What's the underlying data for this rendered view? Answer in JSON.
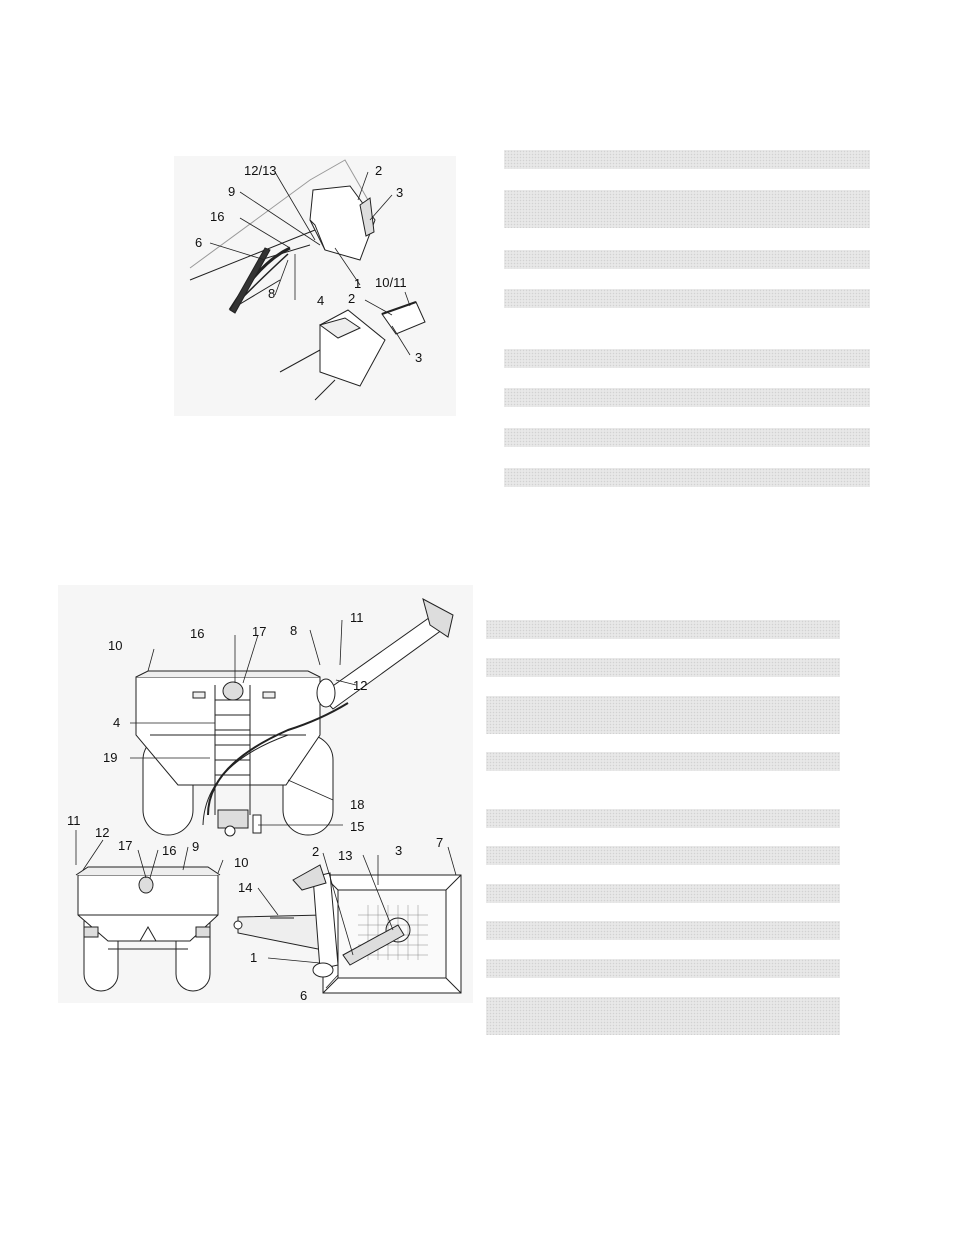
{
  "figure_top": {
    "callouts": [
      "12/13",
      "2",
      "3",
      "9",
      "16",
      "6",
      "8",
      "4",
      "1",
      "10/11",
      "2",
      "3"
    ]
  },
  "figure_bottom": {
    "callouts": [
      "11",
      "8",
      "16",
      "17",
      "10",
      "12",
      "4",
      "19",
      "18",
      "15",
      "11",
      "12",
      "17",
      "16",
      "9",
      "10",
      "2",
      "13",
      "3",
      "7",
      "14",
      "1",
      "6"
    ]
  },
  "legend_top": {
    "rows": [
      "",
      "",
      "",
      "",
      "",
      "",
      "",
      ""
    ]
  },
  "legend_bottom": {
    "rows": [
      "",
      "",
      "",
      "",
      "",
      "",
      "",
      "",
      "",
      "",
      ""
    ]
  }
}
